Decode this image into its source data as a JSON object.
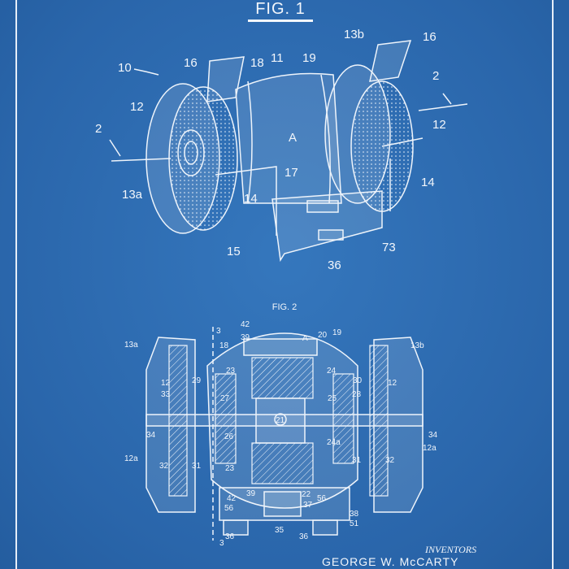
{
  "figure1": {
    "title": "FIG. 1",
    "labels": [
      "10",
      "16",
      "18",
      "11",
      "19",
      "13b",
      "16",
      "2",
      "12",
      "12",
      "2",
      "A",
      "17",
      "13a",
      "14",
      "14",
      "15",
      "36",
      "73"
    ]
  },
  "figure2": {
    "title": "FIG. 2",
    "labels": [
      "3",
      "42",
      "39",
      "18",
      "A",
      "20",
      "19",
      "13a",
      "13b",
      "23",
      "24",
      "29",
      "30",
      "12",
      "12",
      "33",
      "28",
      "27",
      "25",
      "21",
      "34",
      "34",
      "12a",
      "12a",
      "24a",
      "32",
      "31",
      "31",
      "32",
      "26",
      "23",
      "42",
      "39",
      "22",
      "56",
      "56",
      "37",
      "38",
      "51",
      "3",
      "36",
      "35",
      "36"
    ]
  },
  "footer": {
    "inventors_heading": "INVENTORS",
    "inventor_name": "GEORGE W. McCARTY"
  },
  "colors": {
    "background": "#2b69ae",
    "lines": "#eef4fb"
  }
}
